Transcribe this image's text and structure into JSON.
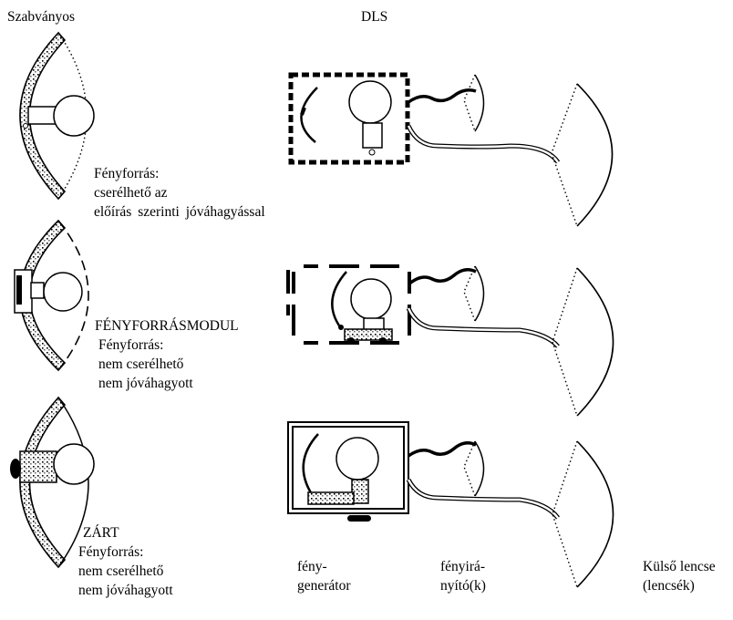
{
  "headers": {
    "standard": "Szabványos",
    "dls": "DLS"
  },
  "row1": {
    "line1": "Fényforrás:",
    "line2": "cserélhető az",
    "line3": "előírás szerinti jóváhagyással"
  },
  "row2": {
    "title": "FÉNYFORRÁSMODUL",
    "line1": "Fényforrás:",
    "line2": "nem cserélhető",
    "line3": "nem jóváhagyott"
  },
  "row3": {
    "title": "ZÁRT",
    "line1": "Fényforrás:",
    "line2": "nem cserélhető",
    "line3": "nem jóváhagyott"
  },
  "bottom": {
    "generator": [
      "fény-",
      "generátor"
    ],
    "guide": [
      "fényirá-",
      "nyító(k)"
    ],
    "lens": [
      "Külső lencse",
      "(lencsék)"
    ]
  }
}
